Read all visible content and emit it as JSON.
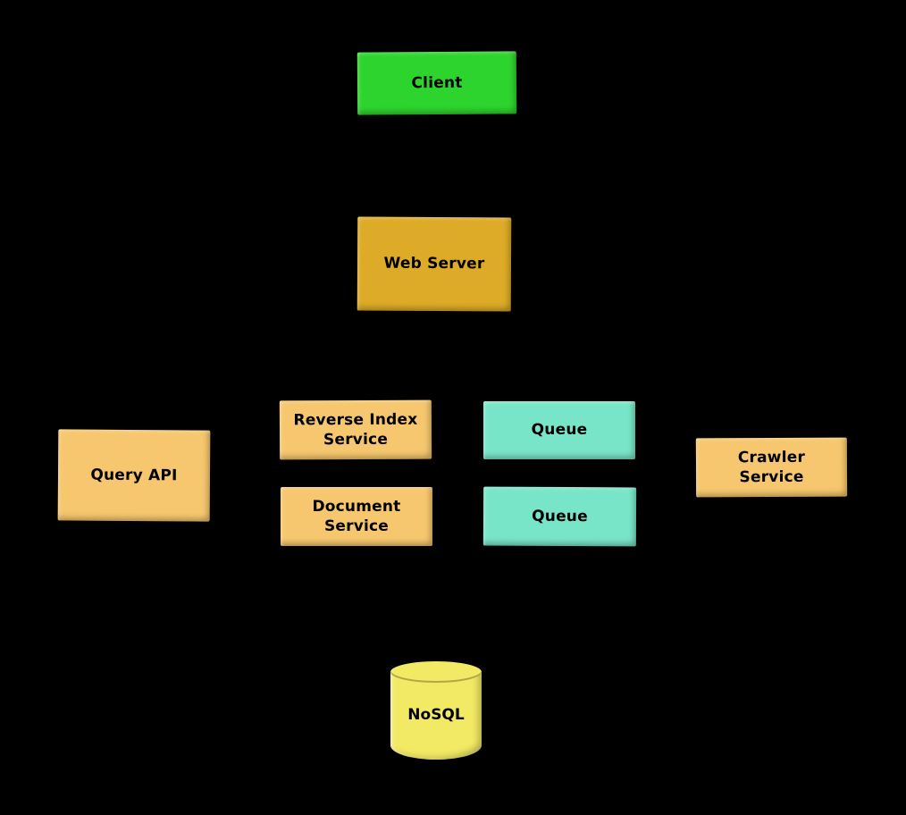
{
  "diagram": {
    "background": "#000000",
    "text_color": "#000000",
    "nodes": {
      "client": {
        "label": "Client",
        "fill": "#2ed42e",
        "shape": "rectangle"
      },
      "web_server": {
        "label": "Web Server",
        "fill": "#ddab27",
        "shape": "rectangle"
      },
      "reverse_index_service": {
        "label": "Reverse Index Service",
        "fill": "#f6c76e",
        "shape": "rectangle"
      },
      "queue_top": {
        "label": "Queue",
        "fill": "#79e5c8",
        "shape": "rectangle"
      },
      "query_api": {
        "label": "Query API",
        "fill": "#f6c76e",
        "shape": "rectangle"
      },
      "crawler_service": {
        "label": "Crawler Service",
        "fill": "#f6c76e",
        "shape": "rectangle"
      },
      "document_service": {
        "label": "Document Service",
        "fill": "#f6c76e",
        "shape": "rectangle"
      },
      "queue_bottom": {
        "label": "Queue",
        "fill": "#79e5c8",
        "shape": "rectangle"
      },
      "nosql": {
        "label": "NoSQL",
        "fill": "#f2e964",
        "shape": "cylinder"
      }
    }
  }
}
